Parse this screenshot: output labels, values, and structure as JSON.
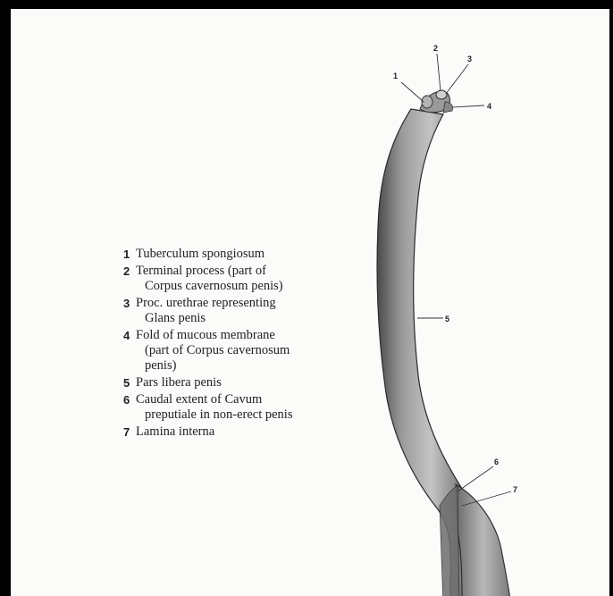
{
  "legend": [
    {
      "num": "1",
      "lines": [
        "Tuberculum spongiosum"
      ]
    },
    {
      "num": "2",
      "lines": [
        "Terminal process (part of",
        "Corpus cavernosum penis)"
      ]
    },
    {
      "num": "3",
      "lines": [
        "Proc. urethrae representing",
        "Glans penis"
      ]
    },
    {
      "num": "4",
      "lines": [
        "Fold of mucous membrane",
        "(part of Corpus cavernosum",
        "penis)"
      ]
    },
    {
      "num": "5",
      "lines": [
        "Pars libera penis"
      ]
    },
    {
      "num": "6",
      "lines": [
        "Caudal extent of Cavum",
        "preputiale in non-erect penis"
      ]
    },
    {
      "num": "7",
      "lines": [
        "Lamina interna"
      ]
    }
  ],
  "callouts": [
    "1",
    "2",
    "3",
    "4",
    "5",
    "6",
    "7"
  ],
  "colors": {
    "border": "#000000",
    "paper": "#fbfbfa",
    "ink": "#222222",
    "shade": "#8a8a8a"
  }
}
